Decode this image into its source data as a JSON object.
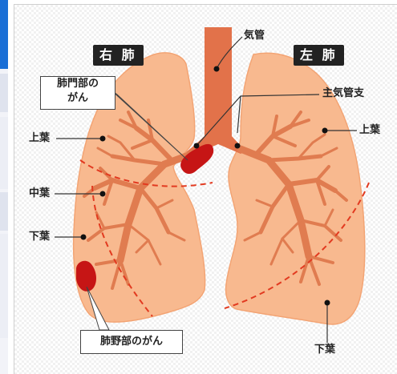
{
  "colors": {
    "lung": "#f8b98f",
    "lung_edge": "#f3a474",
    "trachea": "#e2724a",
    "bronchi": "#e07c50",
    "tumor": "#c61515",
    "divider": "#e23a20"
  },
  "side_strip": {
    "colors": [
      "#1a6fd6",
      "#ffffff",
      "#dfe3ee",
      "#eceef5",
      "#dfe3ee"
    ]
  },
  "diagram": {
    "right_lung_title": "右 肺",
    "left_lung_title": "左 肺",
    "labels": {
      "trachea": "気管",
      "main_bronchus": "主気管支",
      "right_upper": "上葉",
      "right_middle": "中葉",
      "right_lower": "下葉",
      "left_upper": "上葉",
      "left_lower": "下葉"
    },
    "callouts": {
      "hilar_cancer_line1": "肺門部の",
      "hilar_cancer_line2": "がん",
      "peripheral_cancer": "肺野部のがん"
    }
  }
}
